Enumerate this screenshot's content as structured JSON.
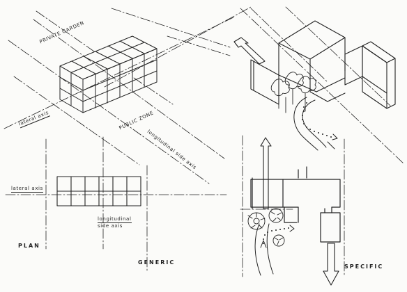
{
  "labels": {
    "private_garden": "PRIVATE GARDEN",
    "public_zone": "PUBLIC ZONE",
    "lateral_axis_iso": "lateral axis",
    "longitudinal_iso": "longitudinal side axis",
    "lateral_axis_plan": "lateral axis",
    "longitudinal_plan_line1": "longitudinal",
    "longitudinal_plan_line2": "side axis",
    "plan": "PLAN",
    "generic": "GENERIC",
    "specific": "SPECIFIC"
  }
}
